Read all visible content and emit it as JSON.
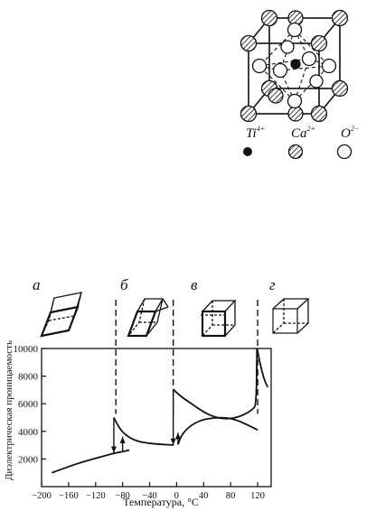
{
  "crystal": {
    "legend": [
      {
        "symbol": "Ti",
        "charge": "4+",
        "style": "solid"
      },
      {
        "symbol": "Ca",
        "charge": "2+",
        "style": "hatched"
      },
      {
        "symbol": "O",
        "charge": "2−",
        "style": "open"
      }
    ]
  },
  "phases": [
    {
      "label": "а",
      "shape": "rhombohedral"
    },
    {
      "label": "б",
      "shape": "orthorhombic"
    },
    {
      "label": "в",
      "shape": "tetragonal"
    },
    {
      "label": "г",
      "shape": "cubic"
    }
  ],
  "chart_data": {
    "type": "line",
    "xlabel": "Температура, °С",
    "ylabel": "Диэлектрическая проницаемость",
    "xlim": [
      -200,
      140
    ],
    "ylim": [
      0,
      10000
    ],
    "xticks": [
      -200,
      -160,
      -120,
      -80,
      -40,
      0,
      40,
      80,
      120
    ],
    "xtick_labels": [
      "−200",
      "−160",
      "−120",
      "−80",
      "−40",
      "0",
      "40",
      "80",
      "120"
    ],
    "yticks": [
      2000,
      4000,
      6000,
      8000,
      10000
    ],
    "ytick_labels": [
      "2000",
      "4000",
      "6000",
      "8000",
      "10000"
    ],
    "transition_temps": [
      -90,
      -5,
      120
    ],
    "series": [
      {
        "points": [
          [
            -185,
            1000
          ],
          [
            -160,
            1450
          ],
          [
            -140,
            1780
          ],
          [
            -120,
            2050
          ],
          [
            -105,
            2250
          ],
          [
            -90,
            2450
          ],
          [
            -78,
            2550
          ],
          [
            -70,
            2650
          ]
        ]
      },
      {
        "points": [
          [
            -93,
            5000
          ],
          [
            -85,
            4250
          ],
          [
            -75,
            3700
          ],
          [
            -60,
            3300
          ],
          [
            -40,
            3120
          ],
          [
            -20,
            3050
          ],
          [
            -5,
            3020
          ],
          [
            -4,
            3020
          ]
        ]
      },
      {
        "points": [
          [
            -5,
            7050
          ],
          [
            0,
            6800
          ],
          [
            10,
            6400
          ],
          [
            25,
            5900
          ],
          [
            40,
            5400
          ],
          [
            55,
            5050
          ],
          [
            70,
            4900
          ],
          [
            85,
            4950
          ],
          [
            100,
            5200
          ],
          [
            113,
            5600
          ],
          [
            118,
            5950
          ],
          [
            119,
            10000
          ]
        ]
      },
      {
        "points": [
          [
            2,
            3050
          ],
          [
            8,
            3800
          ],
          [
            20,
            4400
          ],
          [
            35,
            4800
          ],
          [
            50,
            4950
          ],
          [
            65,
            5000
          ],
          [
            80,
            4950
          ],
          [
            95,
            4700
          ],
          [
            108,
            4400
          ],
          [
            118,
            4150
          ],
          [
            120,
            4100
          ]
        ]
      },
      {
        "points": [
          [
            120,
            9800
          ],
          [
            125,
            8600
          ],
          [
            130,
            7700
          ],
          [
            135,
            7200
          ]
        ]
      }
    ],
    "arrows": [
      {
        "x": -93,
        "from": 5000,
        "to": 2450,
        "direction": "down"
      },
      {
        "x": -80,
        "from": 2550,
        "to": 3600,
        "direction": "up"
      },
      {
        "x": -5,
        "from": 7050,
        "to": 3020,
        "direction": "down"
      },
      {
        "x": 2,
        "from": 3050,
        "to": 3900,
        "direction": "up"
      }
    ]
  }
}
